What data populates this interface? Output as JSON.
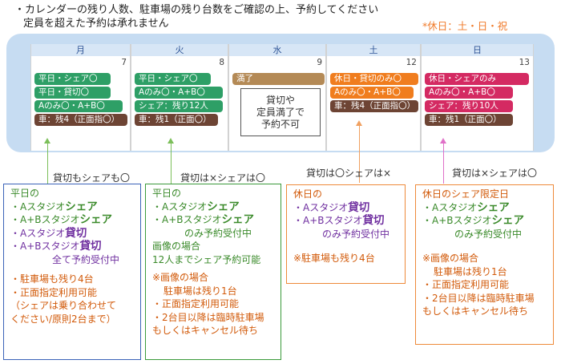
{
  "intro": {
    "line1": "・カレンダーの残り人数、駐車場の残り台数をご確認の上、予約してください",
    "line2": "定員を超えた予約は承れません"
  },
  "holiday_legend": "*休日：土・日・祝",
  "calendar": {
    "columns": [
      {
        "head": "月",
        "date": "7",
        "events": [
          {
            "label": "平日・シェア〇",
            "color": "green"
          },
          {
            "label": "平日・貸切〇",
            "color": "green"
          },
          {
            "label": "Aのみ〇・A+B〇",
            "color": "green"
          },
          {
            "label": "車：残4（正面指〇）",
            "color": "brown"
          }
        ]
      },
      {
        "head": "火",
        "date": "8",
        "events": [
          {
            "label": "平日・シェア〇",
            "color": "green"
          },
          {
            "label": "Aのみ〇・A+B〇",
            "color": "green"
          },
          {
            "label": "シェア：残り12人",
            "color": "green"
          },
          {
            "label": "車：残1（正面〇）",
            "color": "brown"
          }
        ]
      },
      {
        "head": "水",
        "date": "9",
        "events": [
          {
            "label": "満了",
            "color": "tan"
          }
        ],
        "note": [
          "貸切や",
          "定員満了で",
          "予約不可"
        ]
      },
      {
        "head": "土",
        "date": "12",
        "events": [
          {
            "label": "休日・貸切のみ〇",
            "color": "orange"
          },
          {
            "label": "Aのみ〇・A+B〇",
            "color": "orange"
          },
          {
            "label": "車：残4（正面指〇）",
            "color": "brown"
          }
        ]
      },
      {
        "head": "日",
        "date": "13",
        "events": [
          {
            "label": "休日・シェアのみ",
            "color": "pink"
          },
          {
            "label": "Aのみ〇・A+B〇",
            "color": "pink"
          },
          {
            "label": "シェア：残り10人",
            "color": "pink"
          },
          {
            "label": "車：残1（正面〇）",
            "color": "brown"
          }
        ]
      }
    ]
  },
  "callouts": {
    "c1": "貸切もシェアも〇",
    "c2": "貸切は×シェアは〇",
    "c3": "貸切は〇シェアは×",
    "c4": "貸切は×シェアは〇"
  },
  "boxes": {
    "b1": {
      "title": "平日の",
      "l1a": "・Aスタジオ",
      "l1b": "シェア",
      "l2a": "・A+Bスタジオ",
      "l2b": "シェア",
      "l3a": "・Aスタジオ",
      "l3b": "貸切",
      "l4a": "・A+Bスタジオ",
      "l4b": "貸切",
      "l5": "全て予約受付中",
      "l6": "・駐車場も残り4台",
      "l7": "・正面指定利用可能",
      "l8": "（シェアは乗り合わせて",
      "l9": "ください/原則2台まで）"
    },
    "b2": {
      "title": "平日の",
      "l1a": "・Aスタジオ",
      "l1b": "シェア",
      "l2a": "・A+Bスタジオ",
      "l2b": "シェア",
      "l3": "のみ予約受付中",
      "l4": "画像の場合",
      "l5": "12人までシェア予約可能",
      "l6": "※画像の場合",
      "l7": "駐車場は残り1台",
      "l8": "・正面指定利用可能",
      "l9": "・2台目以降は臨時駐車場",
      "l10": "もしくはキャンセル待ち"
    },
    "b3": {
      "title": "休日の",
      "l1a": "・Aスタジオ",
      "l1b": "貸切",
      "l2a": "・A+Bスタジオ",
      "l2b": "貸切",
      "l3": "のみ予約受付中",
      "l4": "※駐車場も残り4台"
    },
    "b4": {
      "title": "休日のシェア限定日",
      "l1a": "・Aスタジオ",
      "l1b": "シェア",
      "l2a": "・A+Bスタジオ",
      "l2b": "シェア",
      "l3": "のみ予約受付中",
      "l4": "※画像の場合",
      "l5": "駐車場は残り1台",
      "l6": "・正面指定利用可能",
      "l7": "・2台目以降は臨時駐車場",
      "l8": "もしくはキャンセル待ち"
    }
  },
  "colors": {
    "green": "#2e9f66",
    "orange": "#f07d1e",
    "pink": "#d42a62",
    "brown": "#6d4434",
    "tan": "#b48a56",
    "box_blue": "#3a63b8",
    "box_green": "#3a9a3a",
    "box_orange": "#ee8a3a"
  }
}
